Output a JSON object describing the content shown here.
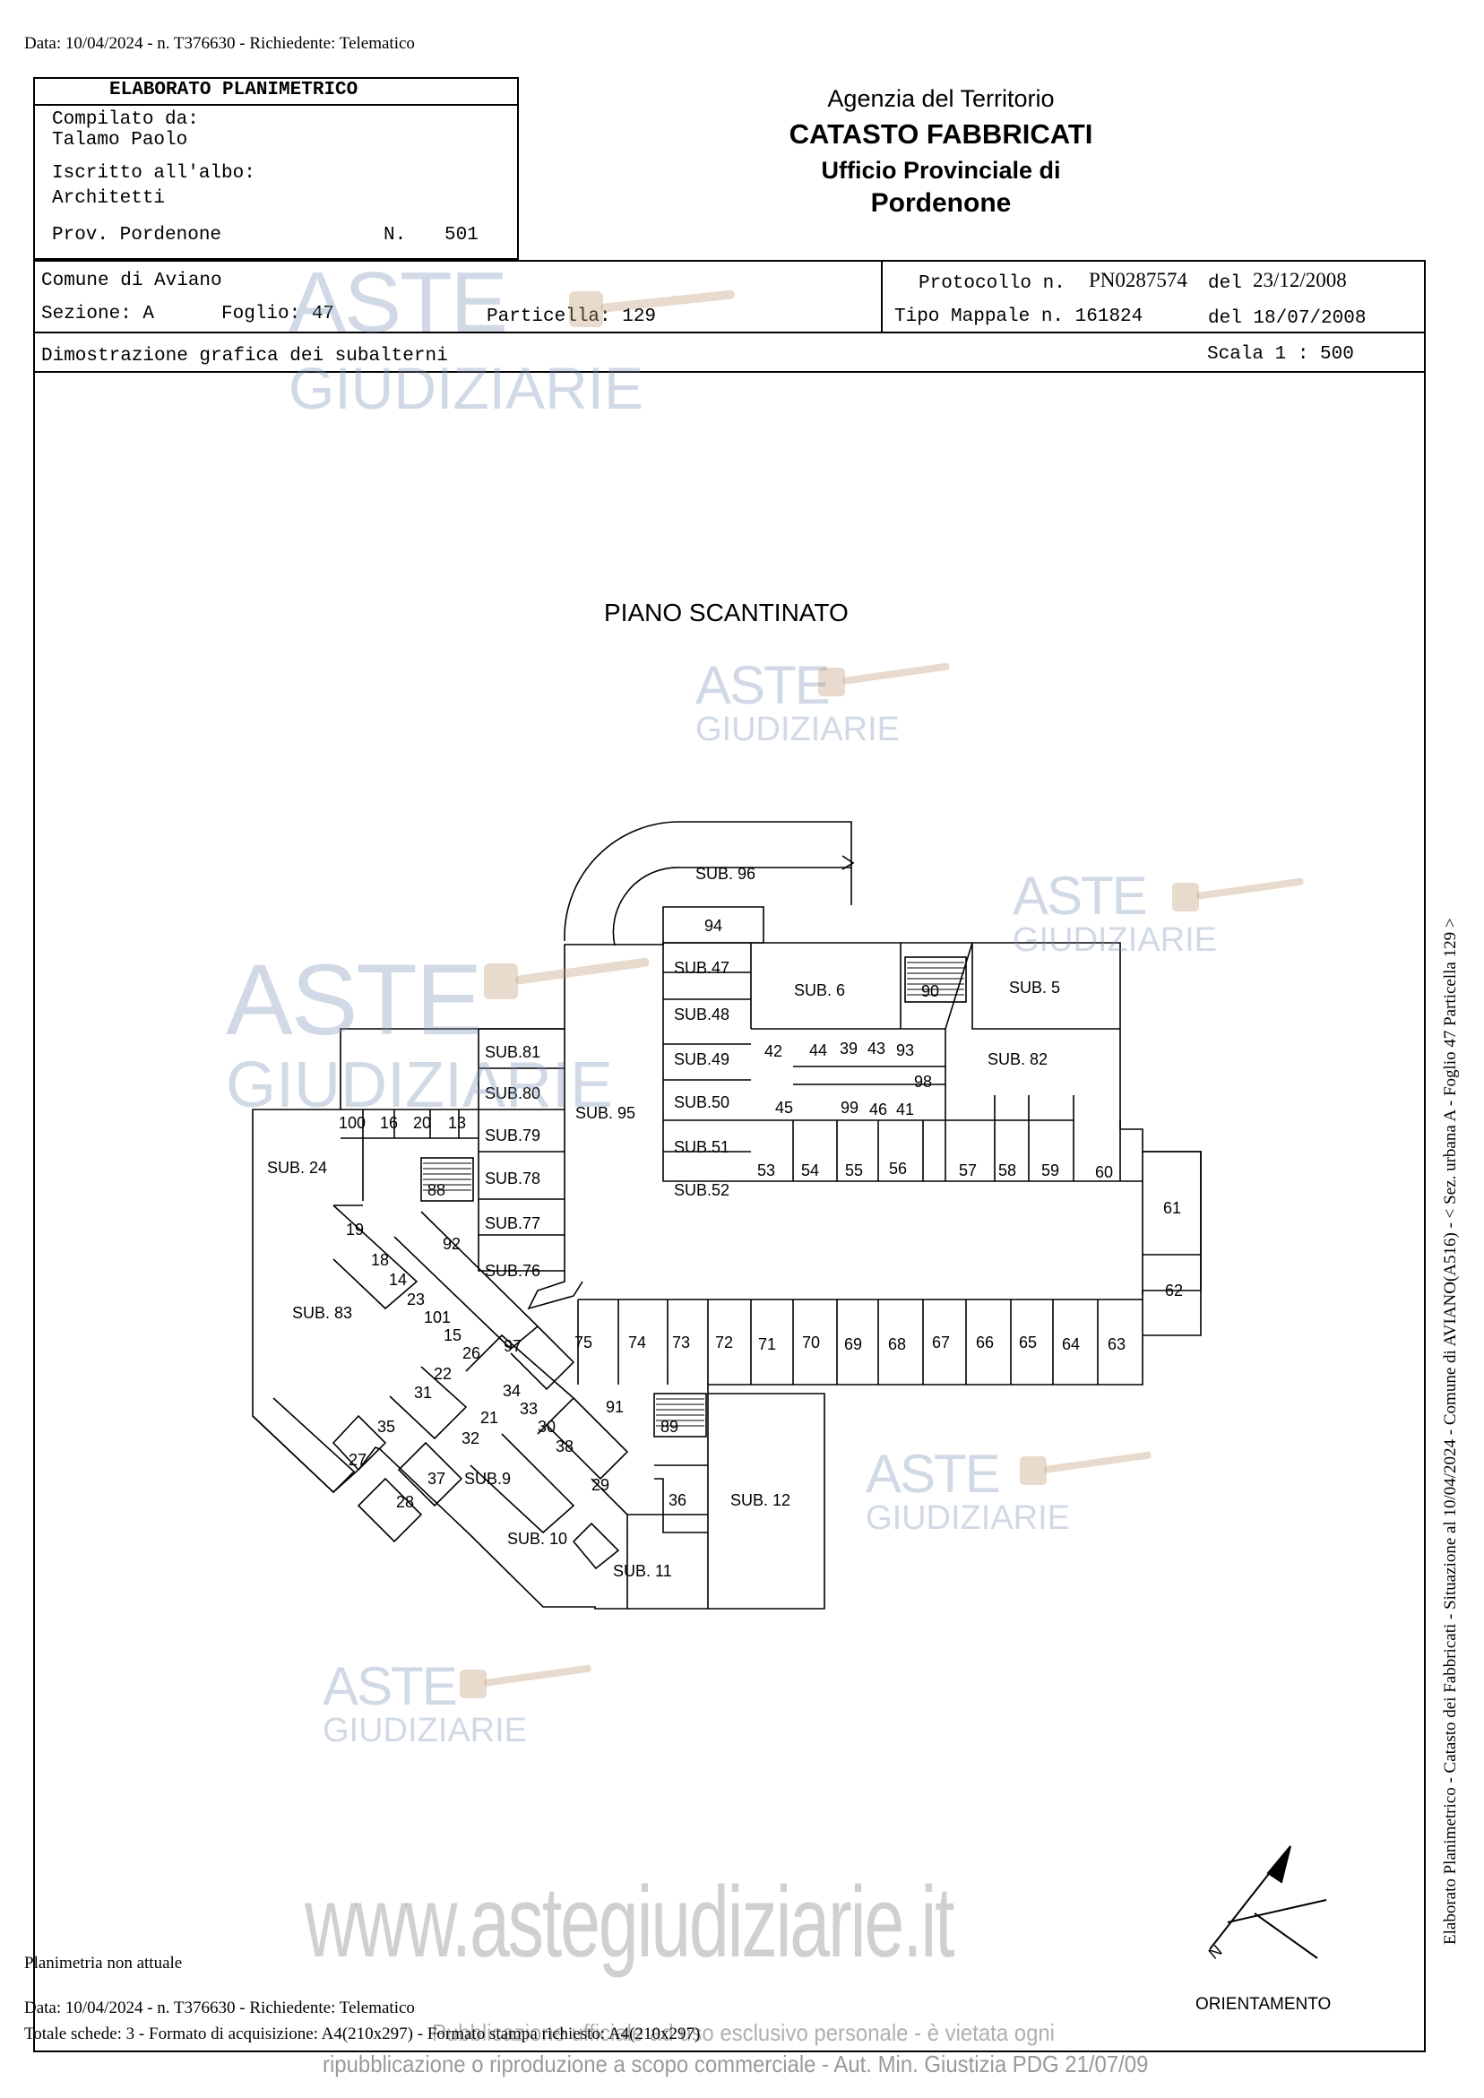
{
  "header": {
    "request_line": "Data: 10/04/2024 - n. T376630 - Richiedente: Telematico"
  },
  "left_box": {
    "title": "ELABORATO PLANIMETRICO",
    "compilato_label": "Compilato da:",
    "compilato_name": "Talamo Paolo",
    "iscritto_label": "Iscritto all'albo:",
    "albo": "Architetti",
    "prov": "Prov. Pordenone",
    "n_label": "N.",
    "n_value": "501"
  },
  "agency": {
    "line1": "Agenzia del Territorio",
    "line2": "CATASTO FABBRICATI",
    "line3": "Ufficio Provinciale di",
    "line4": "Pordenone"
  },
  "info": {
    "comune": "Comune di Aviano",
    "sezione": "Sezione: A",
    "foglio": "Foglio: 47",
    "particella": "Particella: 129",
    "protocollo_label": "Protocollo n.",
    "protocollo_value": "PN0287574",
    "protocollo_del": "del",
    "protocollo_date": "23/12/2008",
    "tipo_mappale": "Tipo Mappale n. 161824",
    "tipo_del": "del 18/07/2008",
    "dimostrazione": "Dimostrazione grafica dei subalterni",
    "scala": "Scala 1 : 500"
  },
  "plan": {
    "title": "PIANO SCANTINATO",
    "units": [
      "SUB. 96",
      "94",
      "SUB.47",
      "SUB.48",
      "SUB.49",
      "SUB.50",
      "SUB.51",
      "SUB.52",
      "SUB. 6",
      "SUB. 5",
      "90",
      "42",
      "44",
      "39",
      "43",
      "93",
      "98",
      "45",
      "99",
      "46",
      "41",
      "SUB. 82",
      "53",
      "54",
      "55",
      "56",
      "57",
      "58",
      "59",
      "60",
      "61",
      "62",
      "SUB.81",
      "SUB.80",
      "SUB.79",
      "SUB.78",
      "SUB.77",
      "SUB.76",
      "SUB. 95",
      "100",
      "16",
      "20",
      "13",
      "SUB. 24",
      "88",
      "19",
      "92",
      "18",
      "14",
      "23",
      "101",
      "15",
      "26",
      "97",
      "SUB. 83",
      "75",
      "74",
      "73",
      "72",
      "71",
      "70",
      "69",
      "68",
      "67",
      "66",
      "65",
      "64",
      "63",
      "22",
      "31",
      "34",
      "33",
      "21",
      "30",
      "32",
      "38",
      "35",
      "27",
      "37",
      "SUB.9",
      "28",
      "91",
      "89",
      "29",
      "36",
      "SUB. 12",
      "SUB. 10",
      "SUB. 11"
    ],
    "orientation_label": "ORIENTAMENTO",
    "north_letter": "N"
  },
  "watermark": {
    "brand": "ASTE",
    "brand_sub": "GIUDIZIARIE",
    "site": "www.astegiudiziarie.it",
    "notice_line1": "Pubblicazione ufficiale ad uso esclusivo personale - è vietata ogni",
    "notice_line2": "ripubblicazione o riproduzione a scopo commerciale - Aut. Min. Giustizia PDG 21/07/09"
  },
  "footer": {
    "non_attuale": "Planimetria non attuale",
    "request_line": "Data: 10/04/2024 - n. T376630 - Richiedente: Telematico",
    "schede": "Totale schede: 3 - Formato di acquisizione: A4(210x297) - Formato stampa richiesto: A4(210x297)",
    "side": "Elaborato Planimetrico - Catasto dei Fabbricati - Situazione al 10/04/2024 - Comune di AVIANO(A516) - < Sez. urbana A - Foglio 47 Particella 129 >"
  }
}
